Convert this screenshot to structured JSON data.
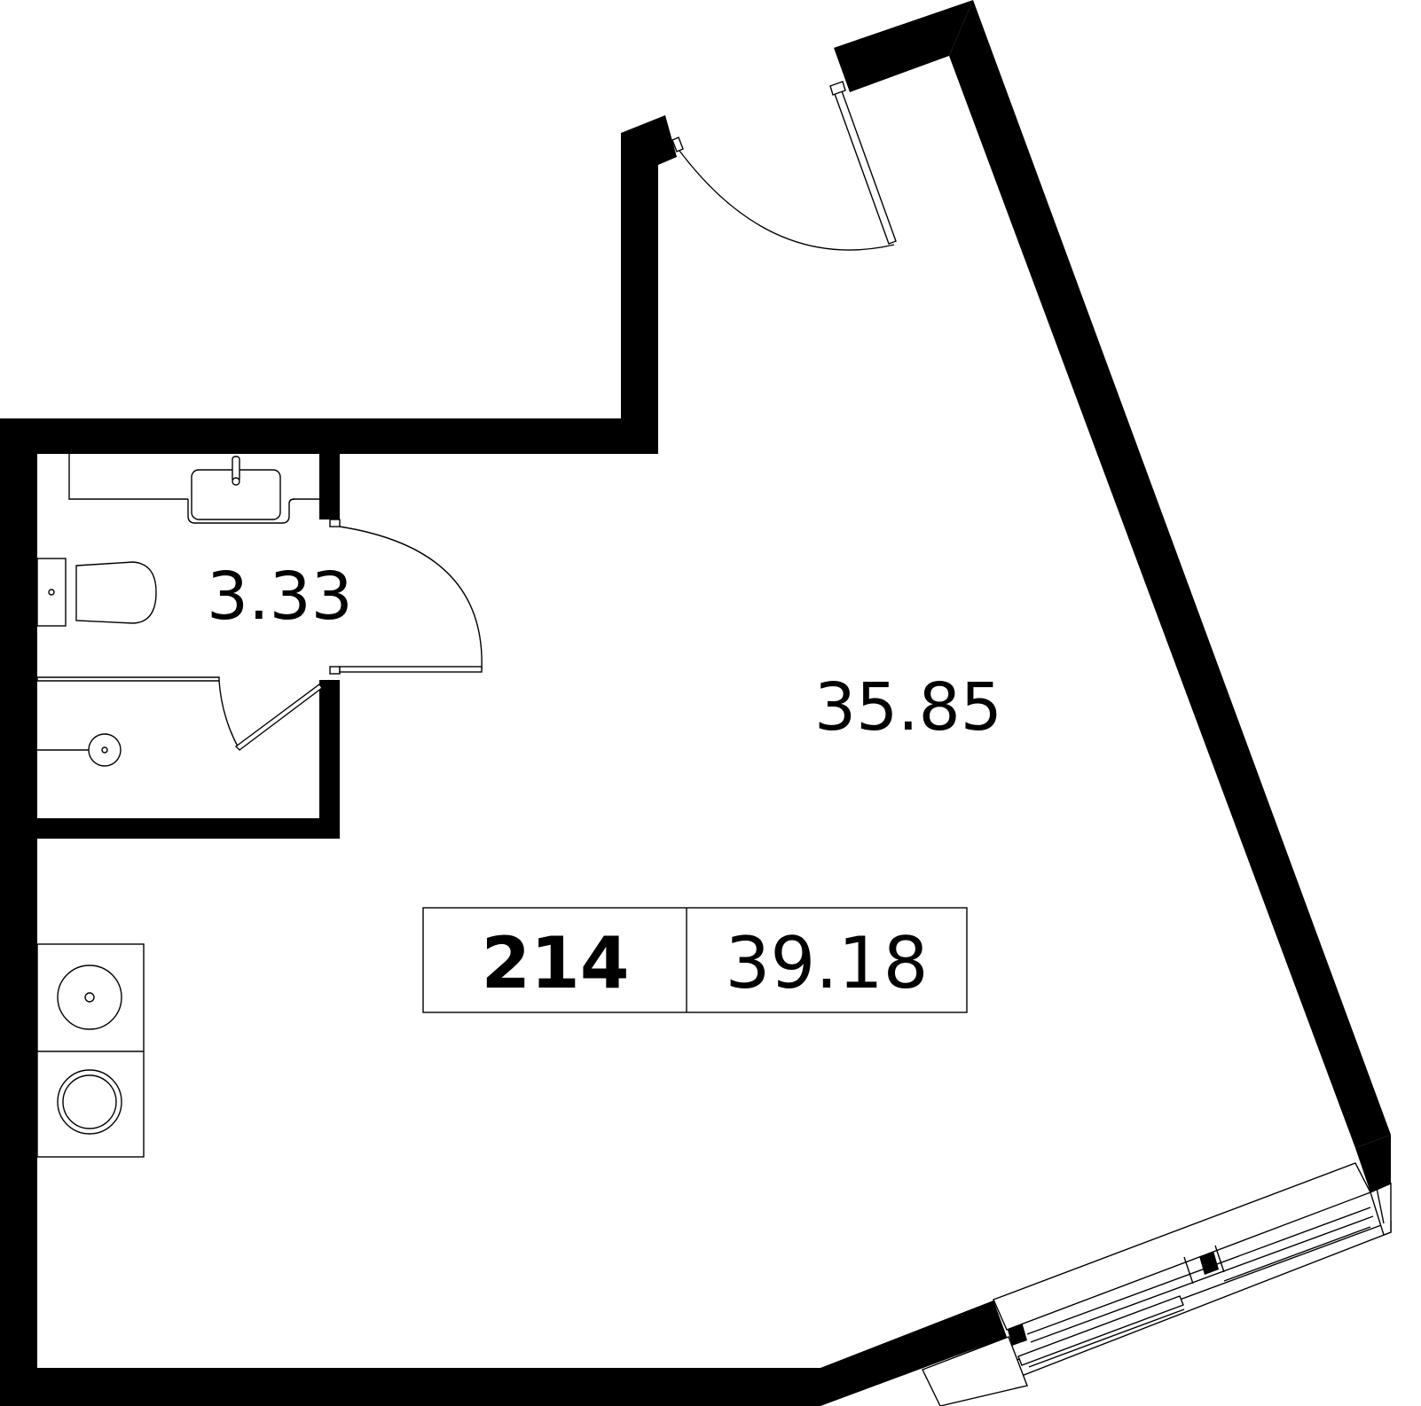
{
  "plan": {
    "apartment_number": "214",
    "total_area": "39.18",
    "rooms": [
      {
        "id": "bathroom",
        "area": "3.33"
      },
      {
        "id": "main-room",
        "area": "35.85"
      }
    ]
  },
  "colors": {
    "wall": "#000000",
    "line": "#000000",
    "background": "#ffffff"
  }
}
